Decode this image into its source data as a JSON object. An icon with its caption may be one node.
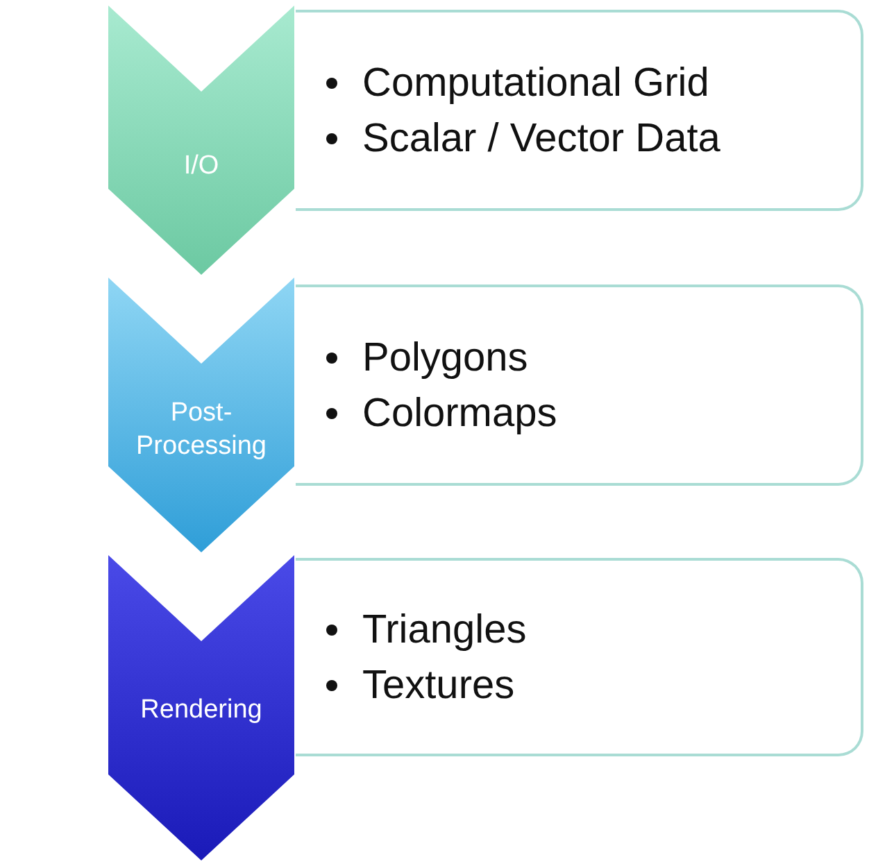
{
  "diagram": {
    "nodes": [
      {
        "text": [
          "I/O"
        ]
      },
      {
        "text": [
          "Computational Grid",
          "Scalar / Vector Data"
        ]
      },
      {
        "text": [
          "Post-Processing"
        ]
      },
      {
        "text": [
          "Polygons",
          "Colormaps"
        ]
      },
      {
        "text": [
          "Rendering"
        ]
      },
      {
        "text": [
          "Triangles",
          "Textures"
        ]
      }
    ]
  }
}
